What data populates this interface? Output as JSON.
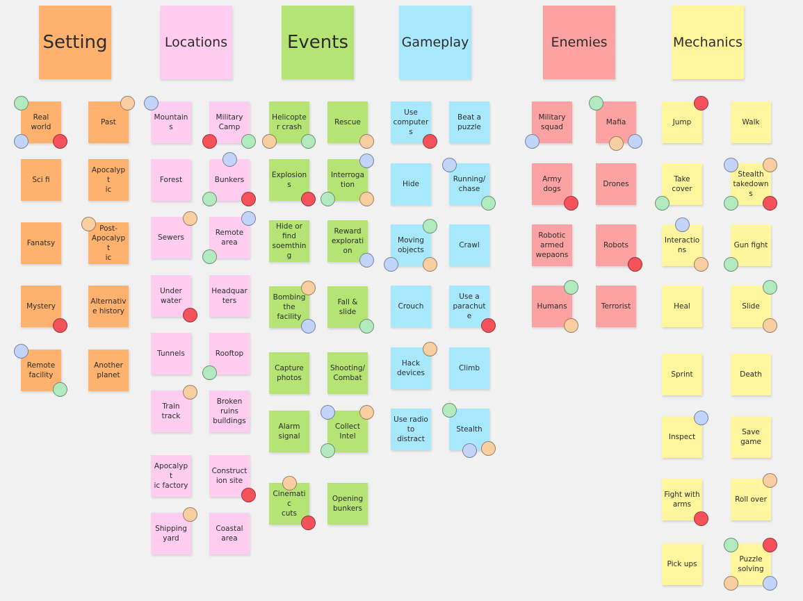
{
  "colors": {
    "orange": "#ffb26e",
    "pink": "#ffcdef",
    "green": "#b5e475",
    "blue": "#a8e8fc",
    "red": "#fda2a2",
    "yellow": "#fff59c",
    "dot_green": "#b2eac0",
    "dot_blue": "#c3d4fb",
    "dot_red": "#f5525c",
    "dot_peach": "#f9cfa2"
  },
  "columns": [
    {
      "header": "Setting",
      "color": "orange",
      "big": true,
      "notes": [
        {
          "text": "Real\nworld",
          "dots": [
            {
              "c": "dot_green",
              "p": "tl"
            },
            {
              "c": "dot_blue",
              "p": "bl"
            },
            {
              "c": "dot_red",
              "p": "br"
            }
          ]
        },
        {
          "text": "Past",
          "dots": [
            {
              "c": "dot_peach",
              "p": "tr"
            }
          ]
        },
        {
          "text": "Sci fi",
          "dots": []
        },
        {
          "text": "Apocalypt\nic",
          "dots": []
        },
        {
          "text": "Fanatsy",
          "dots": []
        },
        {
          "text": "Post-\nApocalypt\nic",
          "dots": [
            {
              "c": "dot_peach",
              "p": "tl"
            }
          ]
        },
        {
          "text": "Mystery",
          "dots": [
            {
              "c": "dot_red",
              "p": "br"
            }
          ]
        },
        {
          "text": "Alternativ\ne history",
          "dots": []
        },
        {
          "text": "Remote\nfacility",
          "dots": [
            {
              "c": "dot_blue",
              "p": "tl"
            },
            {
              "c": "dot_green",
              "p": "br"
            }
          ]
        },
        {
          "text": "Another\nplanet",
          "dots": []
        }
      ]
    },
    {
      "header": "Locations",
      "color": "pink",
      "big": false,
      "notes": [
        {
          "text": "Mountain\ns",
          "dots": [
            {
              "c": "dot_blue",
              "p": "tl"
            }
          ]
        },
        {
          "text": "Military\nCamp",
          "dots": [
            {
              "c": "dot_red",
              "p": "bl"
            },
            {
              "c": "dot_green",
              "p": "br"
            }
          ]
        },
        {
          "text": "Forest",
          "dots": []
        },
        {
          "text": "Bunkers",
          "dots": [
            {
              "c": "dot_blue",
              "p": "tc"
            },
            {
              "c": "dot_green",
              "p": "bl"
            },
            {
              "c": "dot_red",
              "p": "br"
            }
          ]
        },
        {
          "text": "Sewers",
          "dots": [
            {
              "c": "dot_peach",
              "p": "tr"
            }
          ]
        },
        {
          "text": "Remote\narea",
          "dots": [
            {
              "c": "dot_blue",
              "p": "tr"
            },
            {
              "c": "dot_green",
              "p": "bl"
            }
          ]
        },
        {
          "text": "Under\nwater",
          "dots": [
            {
              "c": "dot_red",
              "p": "br"
            }
          ]
        },
        {
          "text": "Headquar\nters",
          "dots": []
        },
        {
          "text": "Tunnels",
          "dots": []
        },
        {
          "text": "Rooftop",
          "dots": [
            {
              "c": "dot_green",
              "p": "bl"
            }
          ]
        },
        {
          "text": "Train\ntrack",
          "dots": [
            {
              "c": "dot_peach",
              "p": "tr"
            }
          ]
        },
        {
          "text": "Broken\nruins\nbuildings",
          "dots": []
        },
        {
          "text": "Apocalypt\nic factory",
          "dots": []
        },
        {
          "text": "Construct\nion site",
          "dots": [
            {
              "c": "dot_red",
              "p": "br"
            }
          ]
        },
        {
          "text": "Shipping\nyard",
          "dots": [
            {
              "c": "dot_peach",
              "p": "tr"
            }
          ]
        },
        {
          "text": "Coastal\narea",
          "dots": []
        }
      ]
    },
    {
      "header": "Events",
      "color": "green",
      "big": true,
      "notes": [
        {
          "text": "Helicopte\nr crash",
          "dots": [
            {
              "c": "dot_peach",
              "p": "bl"
            },
            {
              "c": "dot_green",
              "p": "br"
            }
          ]
        },
        {
          "text": "Rescue",
          "dots": [
            {
              "c": "dot_peach",
              "p": "br"
            }
          ]
        },
        {
          "text": "Explosion\ns",
          "dots": [
            {
              "c": "dot_red",
              "p": "br"
            }
          ]
        },
        {
          "text": "Interroga\ntion",
          "dots": [
            {
              "c": "dot_blue",
              "p": "tr"
            },
            {
              "c": "dot_green",
              "p": "bl"
            },
            {
              "c": "dot_peach",
              "p": "br"
            }
          ]
        },
        {
          "text": "Hide or\nfind\nsoemthing",
          "dots": []
        },
        {
          "text": "Reward\nexplorati\non",
          "dots": [
            {
              "c": "dot_blue",
              "p": "br"
            }
          ]
        },
        {
          "text": "Bombing\nthe\nfacility",
          "dots": [
            {
              "c": "dot_peach",
              "p": "tr"
            },
            {
              "c": "dot_blue",
              "p": "br"
            }
          ]
        },
        {
          "text": "Fall &\nslide",
          "dots": [
            {
              "c": "dot_green",
              "p": "br"
            }
          ]
        },
        {
          "text": "Capture\nphotos",
          "dots": []
        },
        {
          "text": "Shooting/\nCombat",
          "dots": []
        },
        {
          "text": "Alarm\nsignal",
          "dots": []
        },
        {
          "text": "Collect\nIntel",
          "dots": [
            {
              "c": "dot_blue",
              "p": "tl"
            },
            {
              "c": "dot_peach",
              "p": "tr"
            },
            {
              "c": "dot_green",
              "p": "bl"
            }
          ]
        },
        {
          "text": "Cinematic\ncuts",
          "dots": [
            {
              "c": "dot_peach",
              "p": "tc"
            },
            {
              "c": "dot_red",
              "p": "br"
            }
          ]
        },
        {
          "text": "Opening\nbunkers",
          "dots": []
        }
      ]
    },
    {
      "header": "Gameplay",
      "color": "blue",
      "big": false,
      "notes": [
        {
          "text": "Use\ncomputer\ns",
          "dots": [
            {
              "c": "dot_red",
              "p": "br"
            }
          ]
        },
        {
          "text": "Beat a\npuzzle",
          "dots": []
        },
        {
          "text": "Hide",
          "dots": []
        },
        {
          "text": "Running/\nchase",
          "dots": [
            {
              "c": "dot_blue",
              "p": "tl"
            },
            {
              "c": "dot_green",
              "p": "br"
            }
          ]
        },
        {
          "text": "Moving\nobjects",
          "dots": [
            {
              "c": "dot_green",
              "p": "tr"
            },
            {
              "c": "dot_blue",
              "p": "bl"
            },
            {
              "c": "dot_peach",
              "p": "br"
            }
          ]
        },
        {
          "text": "Crawl",
          "dots": []
        },
        {
          "text": "Crouch",
          "dots": []
        },
        {
          "text": "Use a\nparachut\ne",
          "dots": [
            {
              "c": "dot_red",
              "p": "br"
            }
          ]
        },
        {
          "text": "Hack\ndevices",
          "dots": [
            {
              "c": "dot_peach",
              "p": "tr"
            }
          ]
        },
        {
          "text": "Climb",
          "dots": []
        },
        {
          "text": "Use radio\nto\ndistract",
          "dots": []
        },
        {
          "text": "Stealth",
          "dots": [
            {
              "c": "dot_green",
              "p": "tl"
            },
            {
              "c": "dot_peach",
              "p": "br"
            },
            {
              "c": "dot_blue",
              "p": "bc"
            }
          ]
        }
      ]
    },
    {
      "header": "Enemies",
      "color": "red",
      "big": false,
      "notes": [
        {
          "text": "Military\nsquad",
          "dots": [
            {
              "c": "dot_blue",
              "p": "bl"
            }
          ]
        },
        {
          "text": "Mafia",
          "dots": [
            {
              "c": "dot_green",
              "p": "tl"
            },
            {
              "c": "dot_peach",
              "p": "bc"
            },
            {
              "c": "dot_blue",
              "p": "br"
            }
          ]
        },
        {
          "text": "Army\ndogs",
          "dots": [
            {
              "c": "dot_red",
              "p": "br"
            }
          ]
        },
        {
          "text": "Drones",
          "dots": []
        },
        {
          "text": "Robotic\narmed\nwepaons",
          "dots": []
        },
        {
          "text": "Robots",
          "dots": [
            {
              "c": "dot_red",
              "p": "br"
            }
          ]
        },
        {
          "text": "Humans",
          "dots": [
            {
              "c": "dot_green",
              "p": "tr"
            },
            {
              "c": "dot_peach",
              "p": "br"
            }
          ]
        },
        {
          "text": "Terrorist",
          "dots": []
        }
      ]
    },
    {
      "header": "Mechanics",
      "color": "yellow",
      "big": false,
      "notes": [
        {
          "text": "Jump",
          "dots": [
            {
              "c": "dot_red",
              "p": "tr"
            }
          ]
        },
        {
          "text": "Walk",
          "dots": []
        },
        {
          "text": "Take\ncover",
          "dots": [
            {
              "c": "dot_green",
              "p": "bl"
            }
          ]
        },
        {
          "text": "Stealth\ntakedown\ns",
          "dots": [
            {
              "c": "dot_blue",
              "p": "tl"
            },
            {
              "c": "dot_peach",
              "p": "tr"
            },
            {
              "c": "dot_green",
              "p": "bl"
            },
            {
              "c": "dot_red",
              "p": "br"
            }
          ]
        },
        {
          "text": "Interactio\nns",
          "dots": [
            {
              "c": "dot_blue",
              "p": "tc"
            },
            {
              "c": "dot_peach",
              "p": "br"
            }
          ]
        },
        {
          "text": "Gun fight",
          "dots": [
            {
              "c": "dot_green",
              "p": "bl"
            }
          ]
        },
        {
          "text": "Heal",
          "dots": []
        },
        {
          "text": "Slide",
          "dots": [
            {
              "c": "dot_green",
              "p": "tr"
            },
            {
              "c": "dot_peach",
              "p": "br"
            }
          ]
        },
        {
          "text": "Sprint",
          "dots": []
        },
        {
          "text": "Death",
          "dots": []
        },
        {
          "text": "Inspect",
          "dots": [
            {
              "c": "dot_blue",
              "p": "tr"
            }
          ]
        },
        {
          "text": "Save\ngame",
          "dots": []
        },
        {
          "text": "Fight with\narms",
          "dots": [
            {
              "c": "dot_red",
              "p": "br"
            }
          ]
        },
        {
          "text": "Roll over",
          "dots": [
            {
              "c": "dot_peach",
              "p": "tr"
            }
          ]
        },
        {
          "text": "Pick ups",
          "dots": []
        },
        {
          "text": "Puzzle\nsolving",
          "dots": [
            {
              "c": "dot_green",
              "p": "tl"
            },
            {
              "c": "dot_red",
              "p": "tr"
            },
            {
              "c": "dot_peach",
              "p": "bl"
            },
            {
              "c": "dot_blue",
              "p": "br"
            }
          ]
        }
      ]
    }
  ]
}
